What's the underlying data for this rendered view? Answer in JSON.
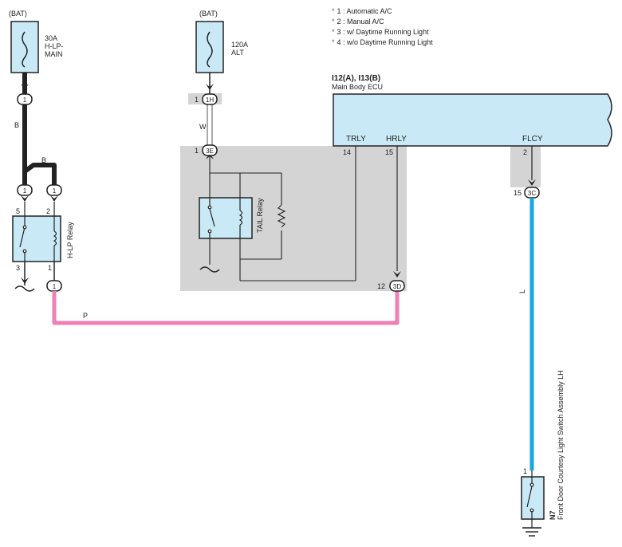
{
  "notes": [
    {
      "mark": "*",
      "text": "1 : Automatic A/C"
    },
    {
      "mark": "*",
      "text": "2 : Manual A/C"
    },
    {
      "mark": "*",
      "text": "3 : w/ Daytime Running Light"
    },
    {
      "mark": "*",
      "text": "4 : w/o Daytime Running Light"
    }
  ],
  "fuse_left": {
    "source": "(BAT)",
    "rating": "30A",
    "name1": "H-LP-",
    "name2": "MAIN"
  },
  "fuse_right": {
    "source": "(BAT)",
    "rating": "120A",
    "name1": "ALT"
  },
  "ecu": {
    "code": "I12(A), I13(B)",
    "name": "Main Body ECU",
    "terminals": [
      {
        "label": "TRLY",
        "pin": "14"
      },
      {
        "label": "HRLY",
        "pin": "15"
      },
      {
        "label": "FLCY",
        "pin": "2"
      }
    ]
  },
  "hlp_relay": {
    "name": "H-LP Relay",
    "pin5": "5",
    "pin2": "2",
    "pin3": "3",
    "pin1": "1"
  },
  "tail_relay": {
    "name": "TAIL Relay"
  },
  "connectors": {
    "c1_top": {
      "pin": "1",
      "label": "1"
    },
    "c_1h": {
      "pin": "1",
      "label": "1H"
    },
    "c_3e": {
      "pin": "1",
      "label": "3E"
    },
    "c_left_a": {
      "label": "1"
    },
    "c_left_b": {
      "label": "1"
    },
    "c_relay_out": {
      "label": "1"
    },
    "c_3d": {
      "pin": "12",
      "label": "3D"
    },
    "c_3c": {
      "pin": "15",
      "label": "3C"
    }
  },
  "wires": {
    "b1": "B",
    "b2": "B",
    "w": "W",
    "p": "P",
    "l": "L"
  },
  "switch": {
    "code": "N7",
    "name": "Front Door Courtesy Light Switch Assembly LH",
    "pin": "1"
  },
  "colors": {
    "pink": "#ef7fb6",
    "blue": "#1aa6e0",
    "ecu_fill": "#c9e9f6",
    "relay_fill": "#c9e9f6",
    "grey_area": "#d4d4d4",
    "black": "#222222"
  }
}
